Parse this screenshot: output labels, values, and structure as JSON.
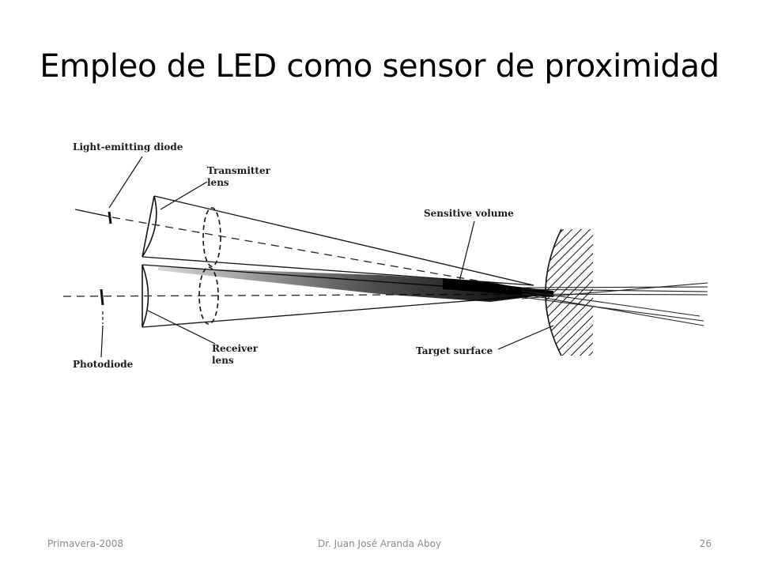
{
  "slide": {
    "title": "Empleo de LED como sensor de proximidad"
  },
  "diagram": {
    "labels": {
      "led": "Light-emitting diode",
      "transmitter_line1": "Transmitter",
      "transmitter_line2": "lens",
      "sensitive_volume": "Sensitive volume",
      "receiver_line1": "Receiver",
      "receiver_line2": "lens",
      "photodiode": "Photodiode",
      "target_surface": "Target surface"
    }
  },
  "footer": {
    "left": "Primavera-2008",
    "center": "Dr. Juan José Aranda Aboy",
    "right": "26"
  }
}
